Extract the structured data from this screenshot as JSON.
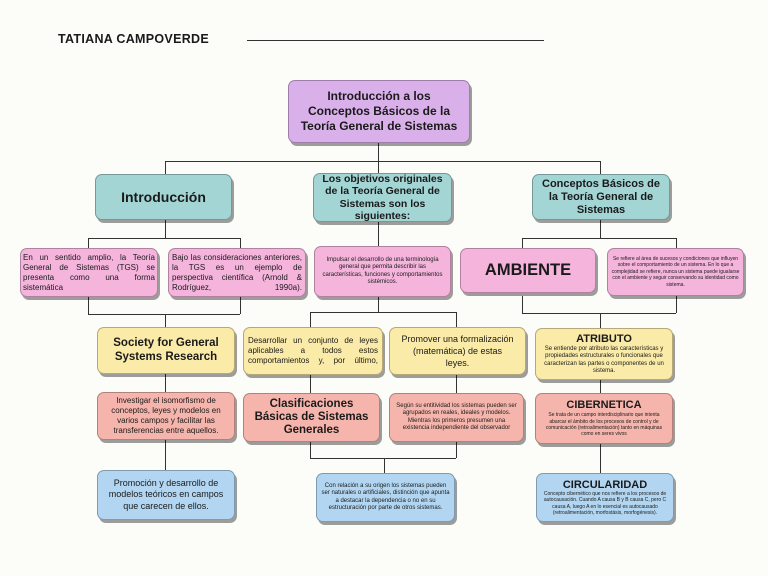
{
  "author": "TATIANA CAMPOVERDE",
  "root": {
    "title": "Introducción a los Conceptos Básicos de la Teoría General de Sistemas"
  },
  "left": {
    "heading": "Introducción",
    "text_a": "En un sentido amplio, la Teoría General de Sistemas (TGS) se presenta como una forma sistemática",
    "text_b": "Bajo las consideraciones anteriores, la TGS es un ejemplo de perspectiva científica (Arnold & Rodríguez, 1990a).",
    "society": "Society for General Systems Research",
    "goal_1": "Investigar el isomorfismo de conceptos, leyes y modelos en varios campos y facilitar las transferencias entre aquellos.",
    "goal_2": "Promoción y desarrollo de modelos teóricos en campos que carecen de ellos."
  },
  "middle": {
    "heading": "Los objetivos originales de la Teoría General de Sistemas son los siguientes:",
    "impulse": "Impulsar el desarrollo de una terminología general que permita describir las características, funciones y comportamientos sistémicos.",
    "develop": "Desarrollar un conjunto de leyes aplicables a todos estos comportamientos y, por último,",
    "promote": "Promover una formalización (matemática) de estas leyes.",
    "classif_title": "Clasificaciones Básicas de Sistemas Generales",
    "classif_text": "Según su entitividad los sistemas pueden ser agrupados en reales, ideales y modelos. Mientras los primeros presumen una existencia independiente del observador",
    "origin_text": "Con relación a su origen los sistemas pueden ser naturales o artificiales, distinción que apunta a destacar la dependencia o no en su estructuración por parte de otros sistemas."
  },
  "right": {
    "heading": "Conceptos Básicos de la Teoría General de Sistemas",
    "ambiente": "AMBIENTE",
    "ambiente_text": "Se refiere al área de sucesos y condiciones que influyen sobre el comportamiento de un sistema. En lo que a complejidad se refiere, nunca un sistema puede igualarse con el ambiente y seguir conservando su identidad como sistema.",
    "atributo": "ATRIBUTO",
    "atributo_text": "Se entiende por atributo las características y propiedades estructurales o funcionales que caracterizan las partes o componentes de un sistema.",
    "cibernetica": "CIBERNETICA",
    "cibernetica_text": "Se trata de un campo interdisciplinario que intenta abarcar el ámbito de los procesos de control y de comunicación (retroalimentación) tanto en máquinas como en seres vivos",
    "circularidad": "CIRCULARIDAD",
    "circularidad_text": "Concepto cibernético que nos refiere a los procesos de autocausación. Cuando A causa B y B causa C, pero C causa A, luego A en lo esencial es autocausado (retroalimentación, morfostásis, morfogénesis)."
  }
}
